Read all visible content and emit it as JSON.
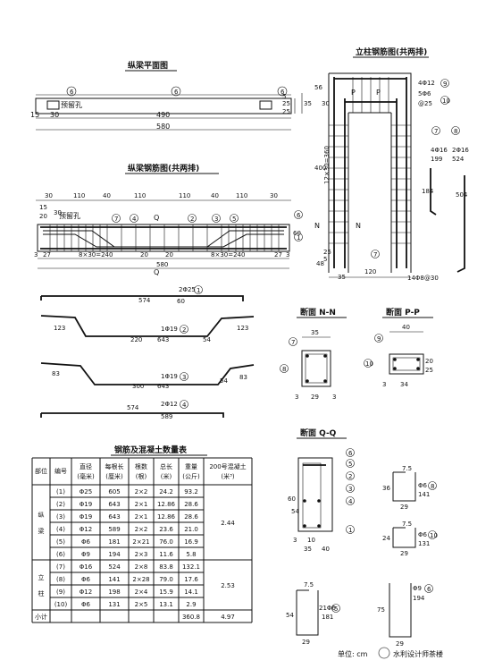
{
  "titles": {
    "beam_plan": "纵梁平面图",
    "beam_rebar": "纵梁钢筋图(共两排)",
    "column_rebar": "立柱钢筋图(共两排)",
    "sec_nn": "断面 N-N",
    "sec_pp": "断面 P-P",
    "sec_qq": "断面 Q-Q",
    "table": "钢筋及混凝土数量表",
    "unit": "单位: cm",
    "watermark": "水利设计师茶楼"
  },
  "labels": {
    "hole": "预留孔",
    "N": "N",
    "P": "P",
    "Q": "Q"
  },
  "beam_plan": {
    "d15": "15",
    "d30": "30",
    "d490": "490",
    "d580": "580",
    "d25a": "25",
    "d25b": "25",
    "d35": "35",
    "d5": "5"
  },
  "beam_rebar": {
    "top": [
      "30",
      "110",
      "40",
      "110",
      "110",
      "40",
      "110",
      "30"
    ],
    "d15": "15",
    "d20": "20",
    "d30": "30",
    "bot_left": "3",
    "bot_27a": "27",
    "bot_8x30a": "8×30=240",
    "bot_20a": "20",
    "bot_20b": "20",
    "bot_8x30b": "8×30=240",
    "bot_27b": "27",
    "bot_3b": "3",
    "d580": "580",
    "d60": "60",
    "d40": "40"
  },
  "bars": {
    "b1_spec": "2Φ25",
    "b1_len": "574",
    "b1_end": "60",
    "b2_spec": "1Φ19",
    "b2_len": "643",
    "b2_seg": "220",
    "b2_l": "123",
    "b2_r": "123",
    "b2_d": "54",
    "b3_spec": "1Φ19",
    "b3_len": "643",
    "b3_seg": "300",
    "b3_l": "83",
    "b3_r": "83",
    "b3_d": "54",
    "b4_spec": "2Φ12",
    "b4_len": "589",
    "b4_seg": "574"
  },
  "column": {
    "d56": "56",
    "d30": "30",
    "d400": "400",
    "d12x30": "12×30=360",
    "d48": "48",
    "d35": "35",
    "d120": "120",
    "d25": "25",
    "d5": "5",
    "r9": "4Φ12",
    "r10a": "5Φ6",
    "r10b": "@25",
    "r7spec": "4Φ16",
    "r7len": "199",
    "r8spec": "2Φ16",
    "r8len": "524",
    "r184": "184",
    "r504": "504",
    "r14": "14Φ8@30"
  },
  "sections": {
    "nn_w": "35",
    "nn_b": "29",
    "nn_s": "3",
    "pp_w": "40",
    "pp_b": "34",
    "pp_s": "3",
    "pp_h1": "20",
    "pp_h2": "25",
    "qq_h": "60",
    "qq_h2": "54",
    "qq_b": "10",
    "qq_b2": "35",
    "qq_b3": "40",
    "qq_s": "3"
  },
  "stirrups": [
    {
      "h": "7.5",
      "side": "36",
      "b": "29",
      "spec": "Φ6",
      "len": "141"
    },
    {
      "h": "7.5",
      "side": "24",
      "b": "29",
      "spec": "Φ6",
      "len": "131"
    },
    {
      "h": "7.5",
      "side": "54",
      "b": "29",
      "spec": "21Φ6",
      "len": "181"
    },
    {
      "h": "75",
      "b": "29",
      "spec": "Φ9",
      "len": "194"
    }
  ],
  "table": {
    "headers": [
      "部位",
      "编号",
      "直径(毫米)",
      "每根长(厘米)",
      "根数(根)",
      "总长(米)",
      "重量(公斤)",
      "200号混凝土(米³)"
    ],
    "groups": [
      {
        "name": "纵梁",
        "concrete": "2.44",
        "rows": [
          [
            "1",
            "Φ25",
            "605",
            "2×2",
            "24.2",
            "93.2"
          ],
          [
            "2",
            "Φ19",
            "643",
            "2×1",
            "12.86",
            "28.6"
          ],
          [
            "3",
            "Φ19",
            "643",
            "2×1",
            "12.86",
            "28.6"
          ],
          [
            "4",
            "Φ12",
            "589",
            "2×2",
            "23.6",
            "21.0"
          ],
          [
            "5",
            "Φ6",
            "181",
            "2×21",
            "76.0",
            "16.9"
          ],
          [
            "6",
            "Φ9",
            "194",
            "2×3",
            "11.6",
            "5.8"
          ]
        ]
      },
      {
        "name": "立柱",
        "concrete": "2.53",
        "rows": [
          [
            "7",
            "Φ16",
            "524",
            "2×8",
            "83.8",
            "132.1"
          ],
          [
            "8",
            "Φ6",
            "141",
            "2×28",
            "79.0",
            "17.6"
          ],
          [
            "9",
            "Φ12",
            "198",
            "2×4",
            "15.9",
            "14.1"
          ],
          [
            "10",
            "Φ6",
            "131",
            "2×5",
            "13.1",
            "2.9"
          ]
        ]
      }
    ],
    "total_label": "小计",
    "total_weight": "360.8",
    "total_concrete": "4.97"
  }
}
